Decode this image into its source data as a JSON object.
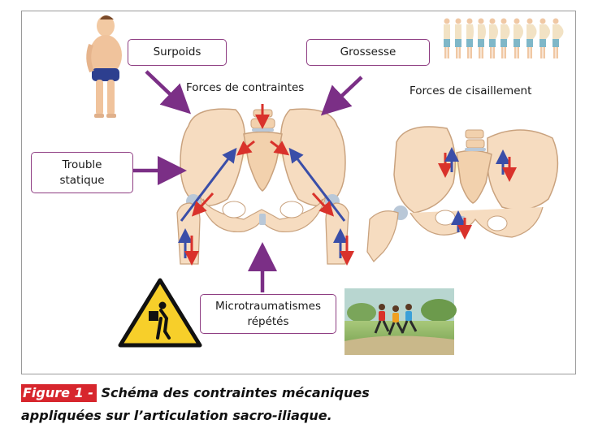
{
  "labels": {
    "surpoids": "Surpoids",
    "grossesse": "Grossesse",
    "forces_contraintes": "Forces de contraintes",
    "forces_cisaillement": "Forces de cisaillement",
    "trouble_statique_line1": "Trouble",
    "trouble_statique_line2": "statique",
    "microtraumatismes_line1": "Microtraumatismes",
    "microtraumatismes_line2": "répétés"
  },
  "caption": {
    "tag": "Figure 1 -",
    "line1": " Schéma des contraintes mécaniques",
    "line2": "appliquées sur l’articulation sacro-iliaque."
  },
  "colors": {
    "arrow_purple": "#7b2f86",
    "force_red": "#d9322b",
    "force_blue": "#3a4ea8",
    "bone": "#f6dcc0",
    "bone_edge": "#c9a27e",
    "caption_tag_bg": "#d7262d",
    "box_border": "#8e3d82"
  },
  "icons": {
    "warning_sign": "warning-lifting-icon",
    "runners": "runners-photo",
    "pregnancy": "pregnancy-stages-icon",
    "overweight": "overweight-man-icon"
  }
}
